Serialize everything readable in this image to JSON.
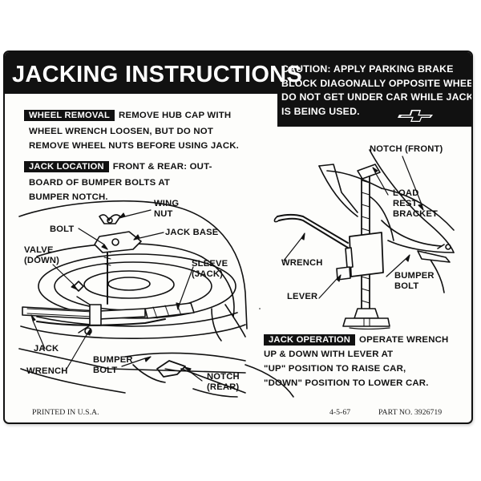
{
  "header": {
    "title": "JACKING INSTRUCTIONS",
    "caution_lines": [
      "CAUTION: APPLY PARKING BRAKE",
      "BLOCK DIAGONALLY OPPOSITE WHEEL",
      "DO NOT GET UNDER CAR WHILE JACK",
      "IS BEING USED."
    ]
  },
  "wheel_removal": {
    "label": "WHEEL REMOVAL",
    "line1": "REMOVE HUB CAP WITH",
    "line2": "WHEEL WRENCH LOOSEN, BUT DO NOT",
    "line3": "REMOVE WHEEL NUTS BEFORE USING JACK."
  },
  "jack_location": {
    "label": "JACK LOCATION",
    "line1": "FRONT & REAR: OUT-",
    "line2": "BOARD OF BUMPER BOLTS AT",
    "line3": "BUMPER NOTCH."
  },
  "left_callouts": {
    "wing": "WING",
    "nut": "NUT",
    "bolt": "BOLT",
    "jack_base": "JACK BASE",
    "valve": "VALVE",
    "down": "(DOWN)",
    "sleeve": "SLEEVE",
    "jack_paren": "(JACK)",
    "jack": "JACK",
    "wrench": "WRENCH",
    "bumper": "BUMPER",
    "bolt2": "BOLT",
    "notch": "NOTCH",
    "rear": "(REAR)"
  },
  "right_callouts": {
    "notch_front": "NOTCH (FRONT)",
    "load": "LOAD",
    "rest": "REST",
    "bracket": "BRACKET",
    "wrench": "WRENCH",
    "lever": "LEVER",
    "bumper": "BUMPER",
    "bolt": "BOLT"
  },
  "jack_operation": {
    "label": "JACK OPERATION",
    "line1": "OPERATE WRENCH",
    "line2": "UP & DOWN WITH LEVER AT",
    "line3": "\"UP\" POSITION TO RAISE CAR,",
    "line4": "\"DOWN\" POSITION TO LOWER CAR."
  },
  "footer": {
    "printed": "PRINTED IN U.S.A.",
    "date": "4-5-67",
    "part": "PART NO. 3926719"
  },
  "icons": {
    "logo": "chevrolet-bowtie-icon"
  },
  "colors": {
    "ink": "#111111",
    "paper": "#fdfdfb"
  }
}
